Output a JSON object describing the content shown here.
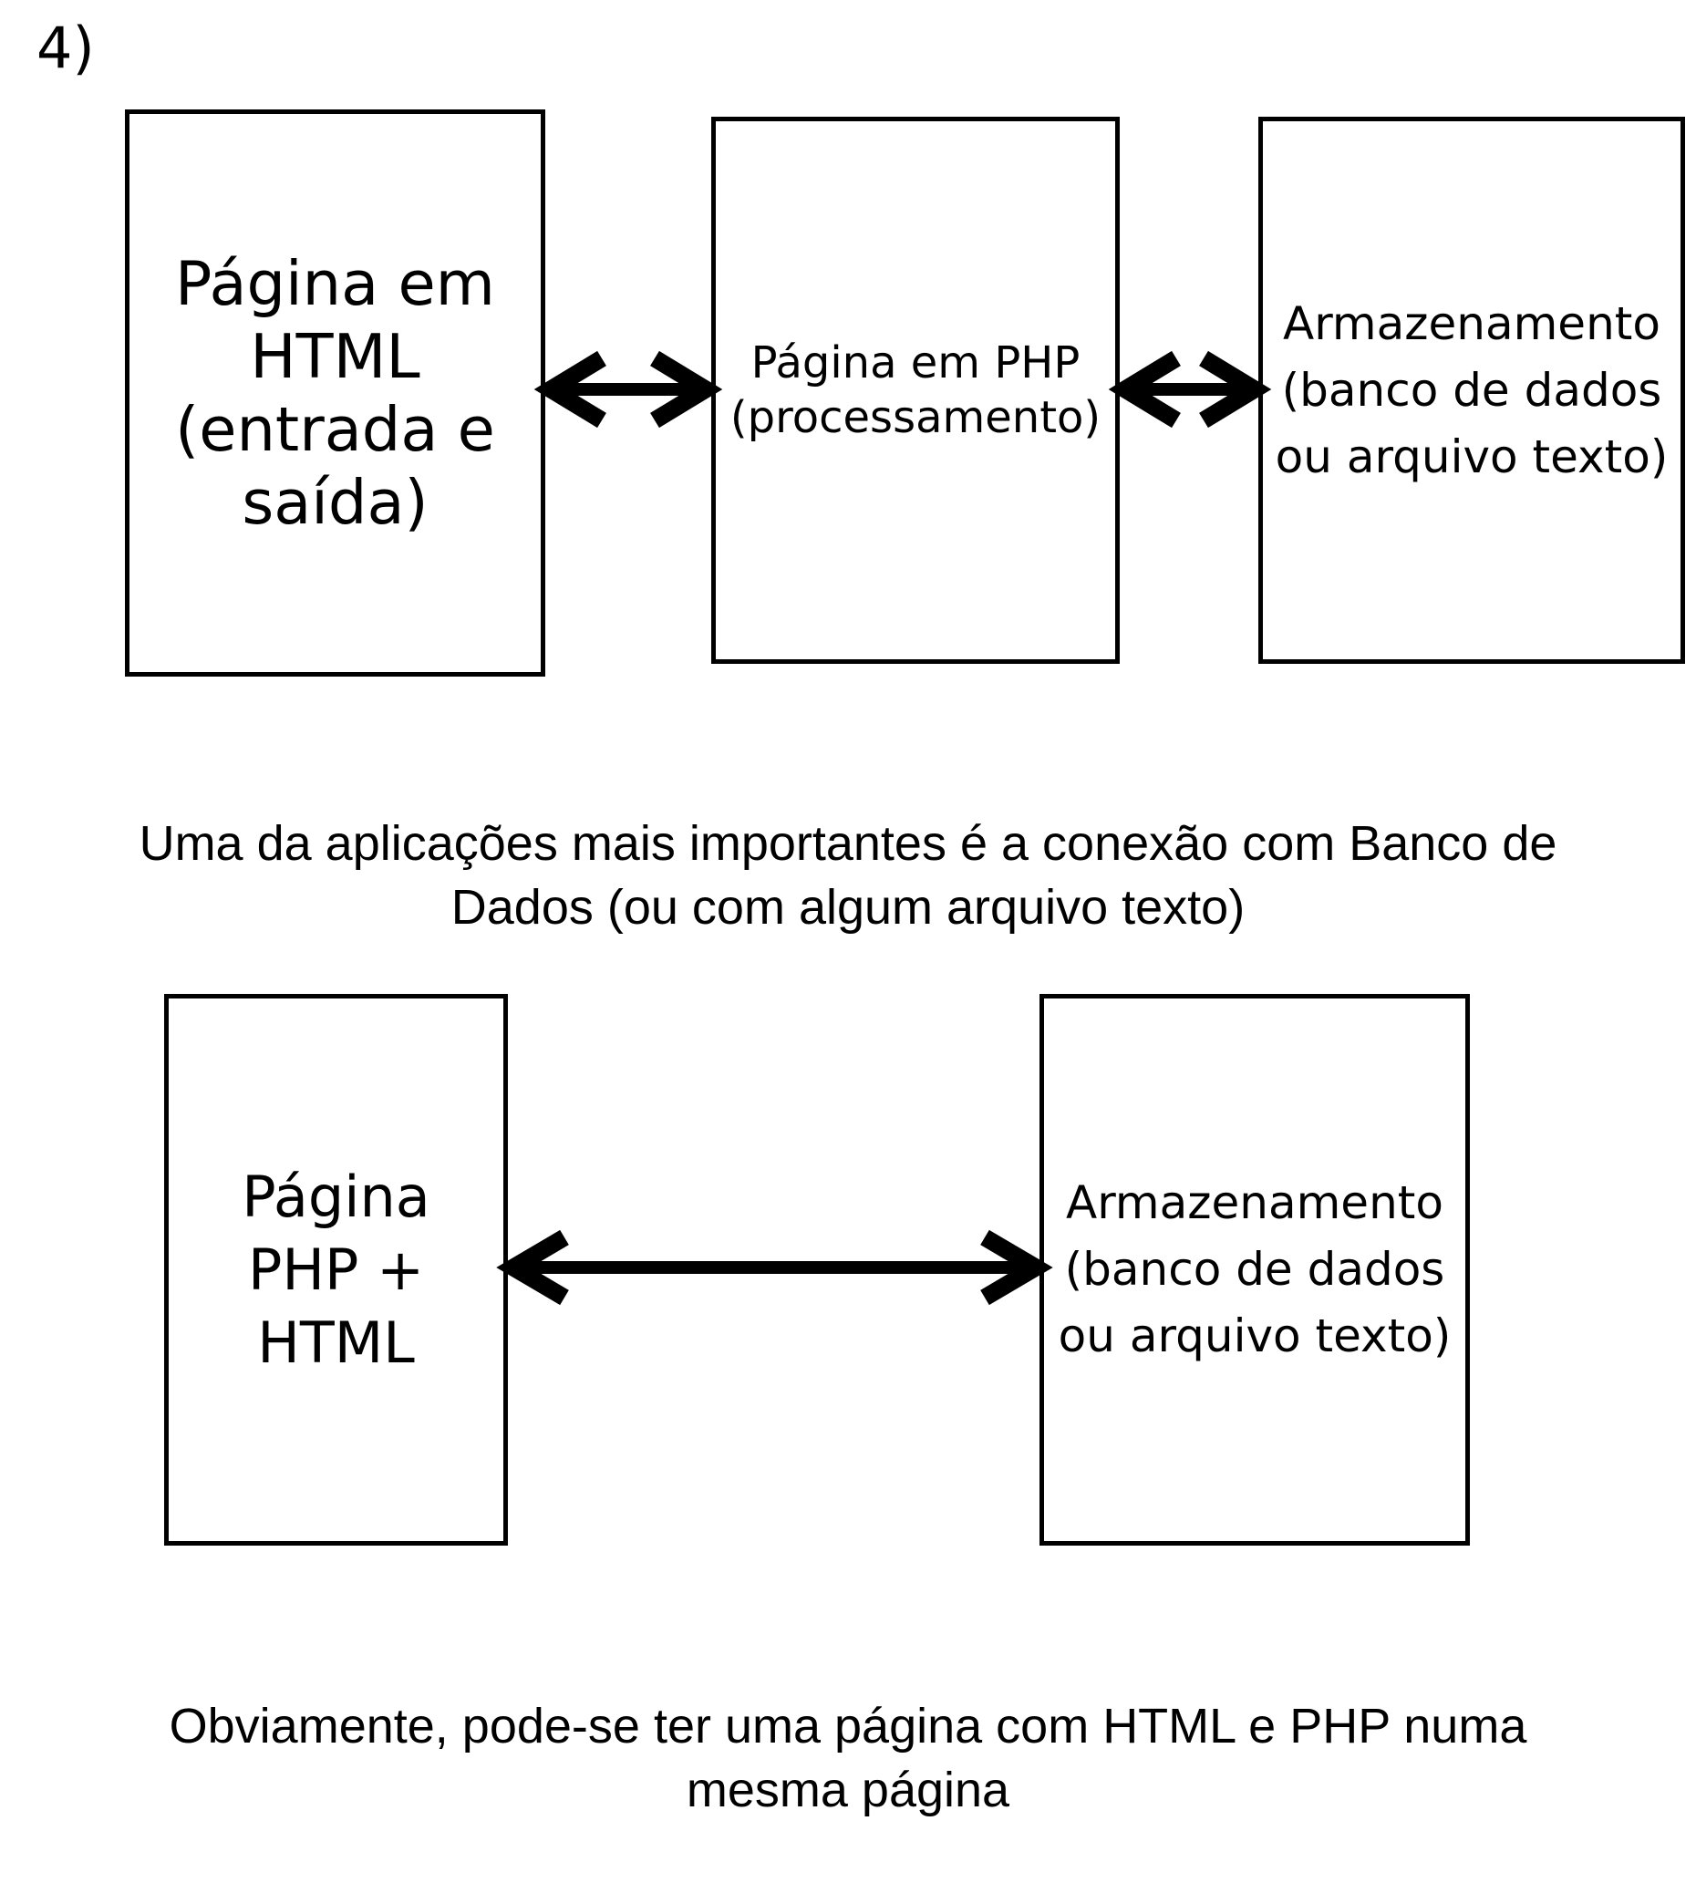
{
  "page": {
    "item_label": "4)"
  },
  "top_row": {
    "box_html": {
      "lines": [
        "Página em",
        "HTML",
        "(entrada e",
        "saída)"
      ]
    },
    "box_php": {
      "lines": [
        "Página em PHP",
        "(processamento)"
      ]
    },
    "box_storage": {
      "lines": [
        "Armazenamento",
        "(banco de dados",
        "ou arquivo texto)"
      ]
    }
  },
  "caption_middle": {
    "lines": [
      "Uma da aplicações mais importantes é a conexão com Banco de",
      "Dados (ou com algum arquivo texto)"
    ]
  },
  "bottom_row": {
    "box_php_html": {
      "lines": [
        "Página",
        "PHP +",
        "HTML"
      ]
    },
    "box_storage": {
      "lines": [
        "Armazenamento",
        "(banco de dados",
        "ou arquivo texto)"
      ]
    }
  },
  "caption_bottom": {
    "lines": [
      "Obviamente, pode-se ter uma página com HTML e PHP numa",
      "mesma página"
    ]
  },
  "colors": {
    "ink": "#000000",
    "background": "#ffffff"
  }
}
